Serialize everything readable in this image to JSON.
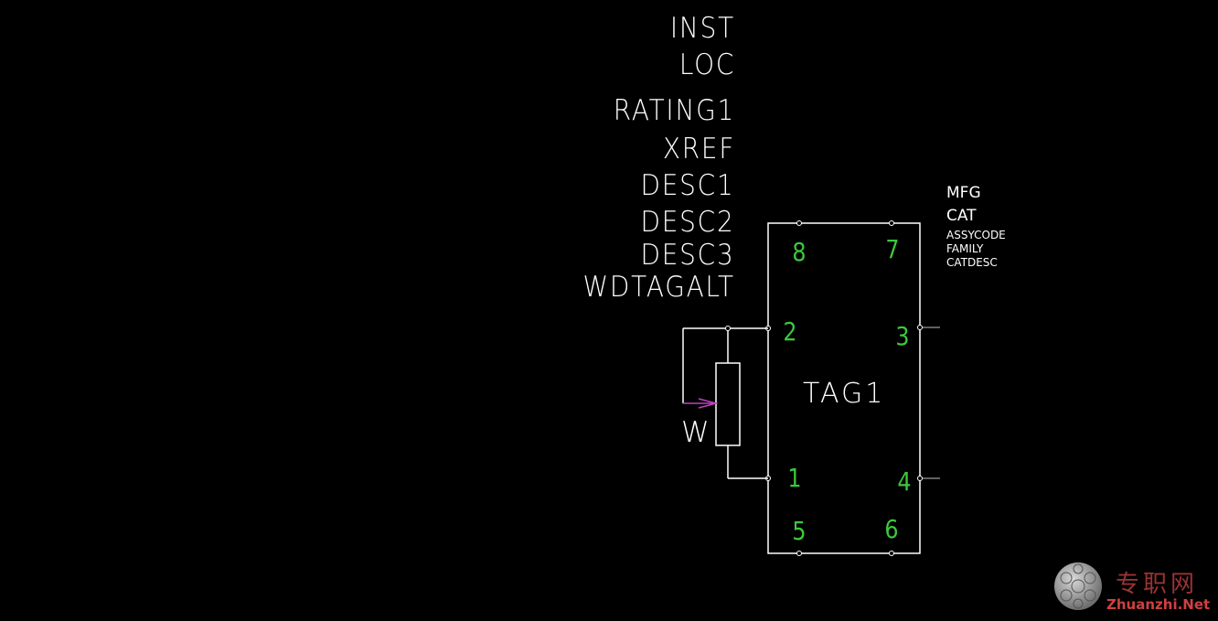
{
  "attributes": {
    "inst": "INST",
    "loc": "LOC",
    "rating1": "RATING1",
    "xref": "XREF",
    "desc1": "DESC1",
    "desc2": "DESC2",
    "desc3": "DESC3",
    "wdtagalt": "WDTAGALT"
  },
  "catalog": {
    "mfg": "MFG",
    "cat": "CAT",
    "assycode": "ASSYCODE",
    "family": "FAMILY",
    "catdesc": "CATDESC"
  },
  "component": {
    "tag": "TAG1",
    "symbol_label": "W",
    "pins": [
      "8",
      "7",
      "2",
      "3",
      "1",
      "4",
      "5",
      "6"
    ]
  },
  "watermark": {
    "cn": "专职网",
    "en": "Zhuanzhi.Net"
  },
  "colors": {
    "background": "#000000",
    "line": "#ffffff",
    "pin_text": "#3cc83c",
    "arrow": "#c040c0",
    "watermark": "#d04040"
  }
}
